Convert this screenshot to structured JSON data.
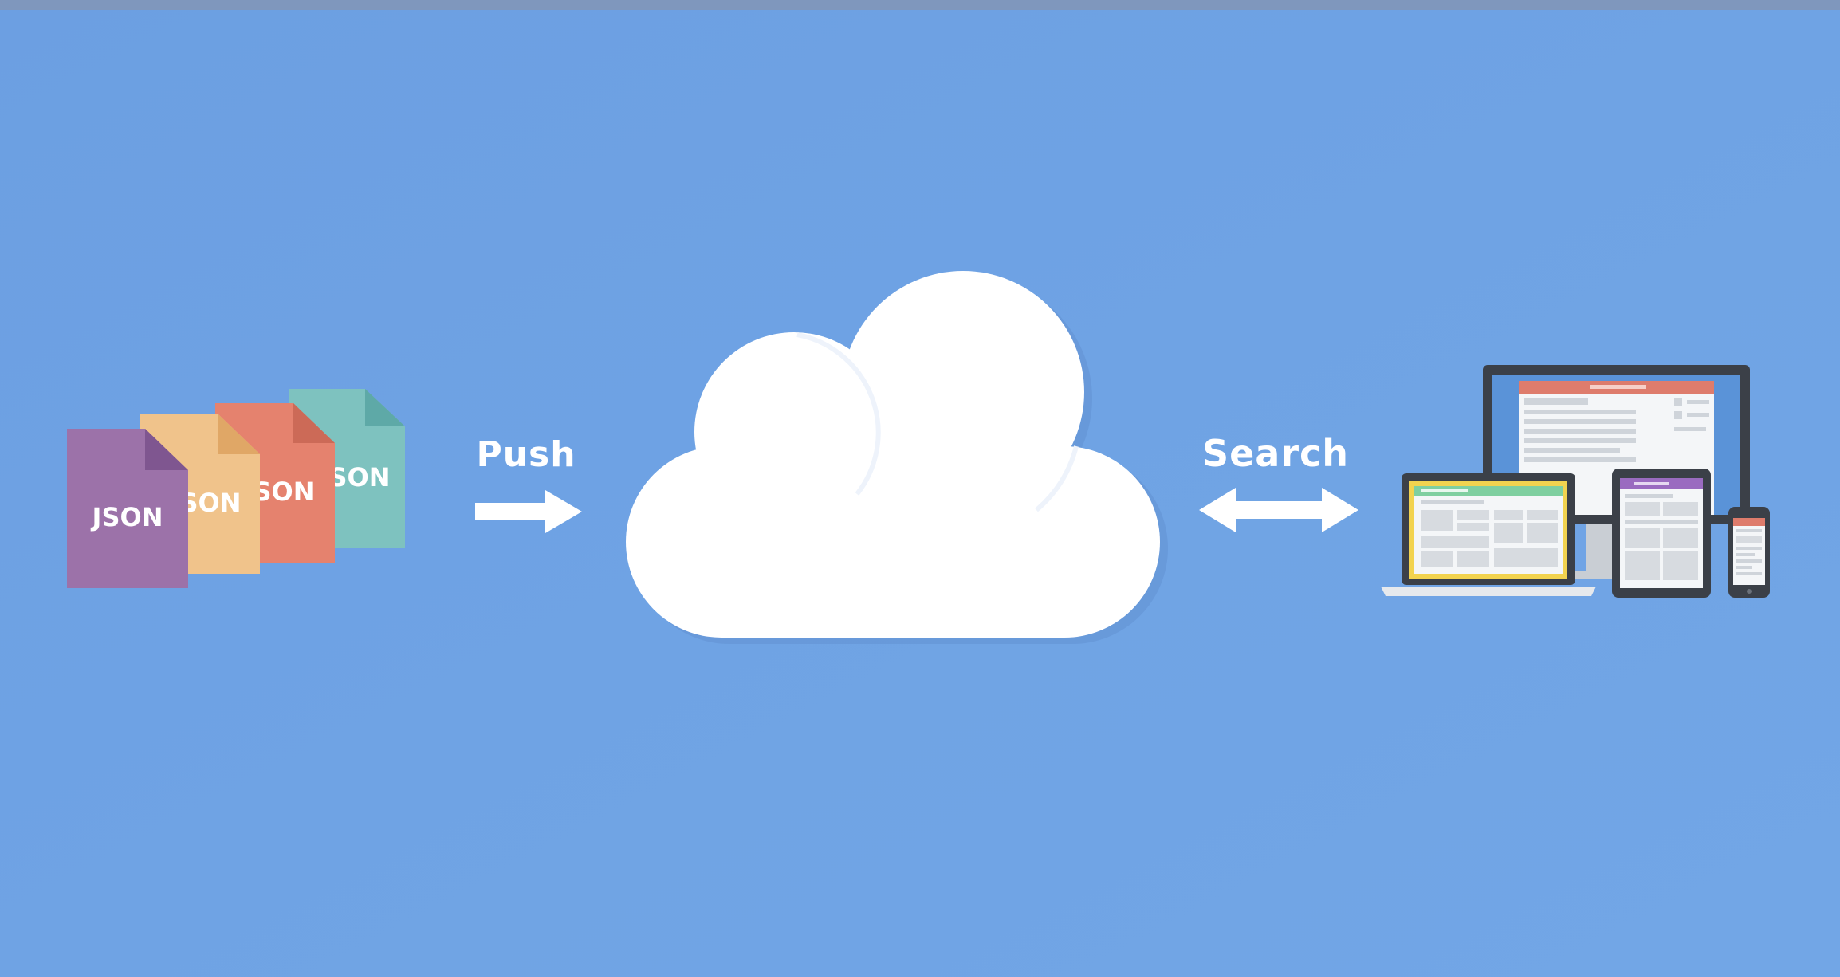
{
  "colors": {
    "background": "#6fa3e4",
    "top_bar": "#7f97bd",
    "cloud": "#ffffff",
    "arrow": "#ffffff",
    "doc_purple": "#9c72a9",
    "doc_orange": "#f0c38b",
    "doc_red": "#e5826e",
    "doc_teal": "#7ec2bf",
    "device_frame": "#3b4048",
    "laptop_accent": "#f2d34f",
    "monitor_header": "#de7c6c",
    "tablet_header": "#9a6bc0",
    "phone_header": "#de7c6c",
    "screen_green": "#7fcfa0"
  },
  "documents": [
    {
      "label": "JSON",
      "icon": "json-file-icon"
    },
    {
      "label": "JSON",
      "icon": "json-file-icon"
    },
    {
      "label": "JSON",
      "icon": "json-file-icon"
    },
    {
      "label": "JSON",
      "icon": "json-file-icon"
    }
  ],
  "push": {
    "label": "Push",
    "icon": "arrow-right-icon"
  },
  "cloud": {
    "icon": "cloud-icon"
  },
  "search": {
    "label": "Search",
    "icon": "arrow-left-right-icon"
  },
  "devices": {
    "icons": [
      "monitor-icon",
      "laptop-icon",
      "tablet-icon",
      "phone-icon"
    ]
  }
}
